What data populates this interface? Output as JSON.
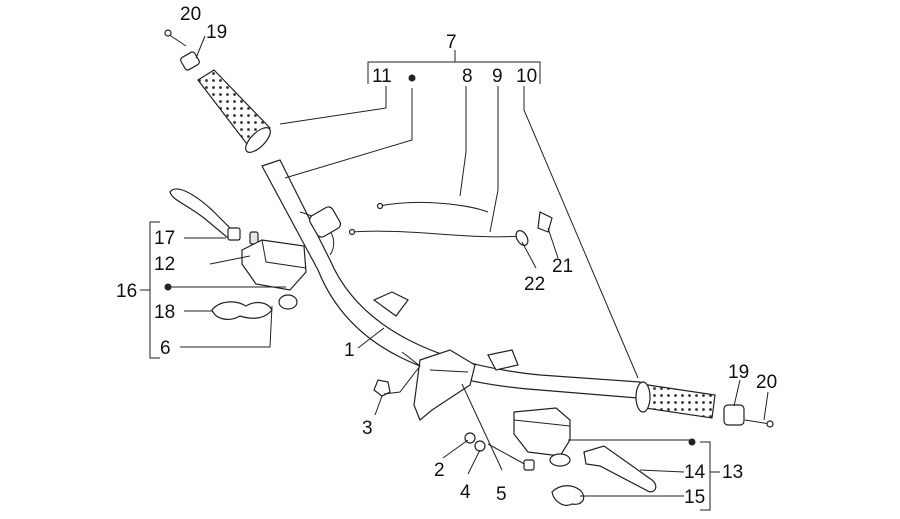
{
  "labels": {
    "l1": "1",
    "l2": "2",
    "l3": "3",
    "l4": "4",
    "l5": "5",
    "l6": "6",
    "l7": "7",
    "l8": "8",
    "l9": "9",
    "l10": "10",
    "l11": "11",
    "l12": "12",
    "l13": "13",
    "l14": "14",
    "l15": "15",
    "l16": "16",
    "l17": "17",
    "l18": "18",
    "l19a": "19",
    "l19b": "19",
    "l20a": "20",
    "l20b": "20",
    "l21": "21",
    "l22": "22"
  }
}
